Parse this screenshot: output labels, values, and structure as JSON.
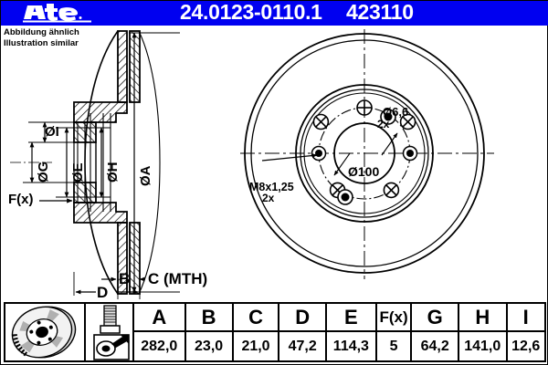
{
  "header": {
    "logo_text": "Ate",
    "part_number": "24.0123-0110.1",
    "reference_number": "423110",
    "banner_color": "#0000f0",
    "text_color": "#ffffff"
  },
  "disclaimer": {
    "line_de": "Abbildung ähnlich",
    "line_en": "Illustration similar"
  },
  "section_view": {
    "dimension_labels": [
      {
        "id": "oI",
        "label": "ØI"
      },
      {
        "id": "oG",
        "label": "ØG"
      },
      {
        "id": "oE",
        "label": "ØE"
      },
      {
        "id": "oH",
        "label": "ØH"
      },
      {
        "id": "oA",
        "label": "ØA"
      },
      {
        "id": "fx",
        "label": "F(x)"
      },
      {
        "id": "B",
        "label": "B"
      },
      {
        "id": "C",
        "label": "C (MTH)"
      },
      {
        "id": "D",
        "label": "D"
      }
    ]
  },
  "face_view": {
    "annotations": [
      {
        "id": "hole-dia",
        "label": "Ø6,6",
        "qty": "2x"
      },
      {
        "id": "thread",
        "label": "M8x1,25",
        "qty": "2x"
      },
      {
        "id": "pcd",
        "label": "Ø100"
      }
    ],
    "stud_count": 5
  },
  "icons": {
    "disc": "brake-disc-icon",
    "bolt": "bolt-icon",
    "torque_wrench": "torque-wrench-icon"
  },
  "spec_table": {
    "headers": [
      "A",
      "B",
      "C",
      "D",
      "E",
      "F(x)",
      "G",
      "H",
      "I"
    ],
    "values": [
      "282,0",
      "23,0",
      "21,0",
      "47,2",
      "114,3",
      "5",
      "64,2",
      "141,0",
      "12,6"
    ]
  }
}
